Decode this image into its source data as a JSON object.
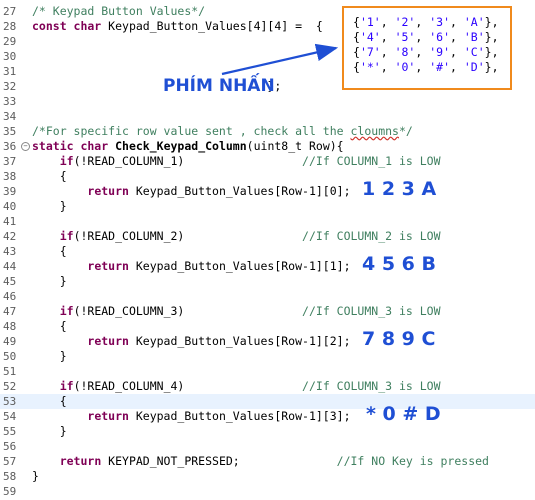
{
  "lines": [
    {
      "n": "27",
      "parts": [
        {
          "t": "/* Keypad Button Values*/",
          "c": "cm"
        }
      ]
    },
    {
      "n": "28",
      "parts": [
        {
          "t": "const char",
          "c": "kw"
        },
        {
          "t": " Keypad_Button_Values[4][4] =  {",
          "c": ""
        }
      ]
    },
    {
      "n": "29",
      "parts": []
    },
    {
      "n": "30",
      "parts": []
    },
    {
      "n": "31",
      "parts": []
    },
    {
      "n": "32",
      "parts": [
        {
          "t": "                                  };",
          "c": ""
        }
      ]
    },
    {
      "n": "33",
      "parts": []
    },
    {
      "n": "34",
      "parts": []
    },
    {
      "n": "35",
      "parts": [
        {
          "t": "/*For specific row value sent , check all the ",
          "c": "cm"
        },
        {
          "t": "cloumns",
          "c": "cm squiggle"
        },
        {
          "t": "*/",
          "c": "cm"
        }
      ]
    },
    {
      "n": "36",
      "fold": true,
      "parts": [
        {
          "t": "static char",
          "c": "kw"
        },
        {
          "t": " ",
          "c": ""
        },
        {
          "t": "Check_Keypad_Column",
          "c": "fn"
        },
        {
          "t": "(uint8_t Row){",
          "c": ""
        }
      ]
    },
    {
      "n": "37",
      "parts": [
        {
          "t": "    ",
          "c": ""
        },
        {
          "t": "if",
          "c": "kw"
        },
        {
          "t": "(!READ_COLUMN_1)                 ",
          "c": ""
        },
        {
          "t": "//If COLUMN_1 is LOW",
          "c": "cm"
        }
      ]
    },
    {
      "n": "38",
      "parts": [
        {
          "t": "    {",
          "c": ""
        }
      ]
    },
    {
      "n": "39",
      "parts": [
        {
          "t": "        ",
          "c": ""
        },
        {
          "t": "return",
          "c": "kw"
        },
        {
          "t": " Keypad_Button_Values[Row-1][0];",
          "c": ""
        }
      ]
    },
    {
      "n": "40",
      "parts": [
        {
          "t": "    }",
          "c": ""
        }
      ]
    },
    {
      "n": "41",
      "parts": []
    },
    {
      "n": "42",
      "parts": [
        {
          "t": "    ",
          "c": ""
        },
        {
          "t": "if",
          "c": "kw"
        },
        {
          "t": "(!READ_COLUMN_2)                 ",
          "c": ""
        },
        {
          "t": "//If COLUMN_2 is LOW",
          "c": "cm"
        }
      ]
    },
    {
      "n": "43",
      "parts": [
        {
          "t": "    {",
          "c": ""
        }
      ]
    },
    {
      "n": "44",
      "parts": [
        {
          "t": "        ",
          "c": ""
        },
        {
          "t": "return",
          "c": "kw"
        },
        {
          "t": " Keypad_Button_Values[Row-1][1];",
          "c": ""
        }
      ]
    },
    {
      "n": "45",
      "parts": [
        {
          "t": "    }",
          "c": ""
        }
      ]
    },
    {
      "n": "46",
      "parts": []
    },
    {
      "n": "47",
      "parts": [
        {
          "t": "    ",
          "c": ""
        },
        {
          "t": "if",
          "c": "kw"
        },
        {
          "t": "(!READ_COLUMN_3)                 ",
          "c": ""
        },
        {
          "t": "//If COLUMN_3 is LOW",
          "c": "cm"
        }
      ]
    },
    {
      "n": "48",
      "parts": [
        {
          "t": "    {",
          "c": ""
        }
      ]
    },
    {
      "n": "49",
      "parts": [
        {
          "t": "        ",
          "c": ""
        },
        {
          "t": "return",
          "c": "kw"
        },
        {
          "t": " Keypad_Button_Values[Row-1][2];",
          "c": ""
        }
      ]
    },
    {
      "n": "50",
      "parts": [
        {
          "t": "    }",
          "c": ""
        }
      ]
    },
    {
      "n": "51",
      "parts": []
    },
    {
      "n": "52",
      "parts": [
        {
          "t": "    ",
          "c": ""
        },
        {
          "t": "if",
          "c": "kw"
        },
        {
          "t": "(!READ_COLUMN_4)                 ",
          "c": ""
        },
        {
          "t": "//If COLUMN_3 is LOW",
          "c": "cm"
        }
      ]
    },
    {
      "n": "53",
      "current": true,
      "parts": [
        {
          "t": "    {",
          "c": ""
        }
      ]
    },
    {
      "n": "54",
      "parts": [
        {
          "t": "        ",
          "c": ""
        },
        {
          "t": "return",
          "c": "kw"
        },
        {
          "t": " Keypad_Button_Values[Row-1][3];",
          "c": ""
        }
      ]
    },
    {
      "n": "55",
      "parts": [
        {
          "t": "    }",
          "c": ""
        }
      ]
    },
    {
      "n": "56",
      "parts": []
    },
    {
      "n": "57",
      "parts": [
        {
          "t": "    ",
          "c": ""
        },
        {
          "t": "return",
          "c": "kw"
        },
        {
          "t": " KEYPAD_NOT_PRESSED;              ",
          "c": ""
        },
        {
          "t": "//If NO Key is pressed",
          "c": "cm"
        }
      ]
    },
    {
      "n": "58",
      "parts": [
        {
          "t": "}",
          "c": ""
        }
      ]
    },
    {
      "n": "59",
      "parts": []
    }
  ],
  "matrix_box": {
    "rows": [
      [
        {
          "t": "{",
          "c": ""
        },
        {
          "t": "'1'",
          "c": "str"
        },
        {
          "t": ", ",
          "c": ""
        },
        {
          "t": "'2'",
          "c": "str"
        },
        {
          "t": ", ",
          "c": ""
        },
        {
          "t": "'3'",
          "c": "str"
        },
        {
          "t": ", ",
          "c": ""
        },
        {
          "t": "'A'",
          "c": "str"
        },
        {
          "t": "},",
          "c": ""
        }
      ],
      [
        {
          "t": "{",
          "c": ""
        },
        {
          "t": "'4'",
          "c": "str"
        },
        {
          "t": ", ",
          "c": ""
        },
        {
          "t": "'5'",
          "c": "str"
        },
        {
          "t": ", ",
          "c": ""
        },
        {
          "t": "'6'",
          "c": "str"
        },
        {
          "t": ", ",
          "c": ""
        },
        {
          "t": "'B'",
          "c": "str"
        },
        {
          "t": "},",
          "c": ""
        }
      ],
      [
        {
          "t": "{",
          "c": ""
        },
        {
          "t": "'7'",
          "c": "str"
        },
        {
          "t": ", ",
          "c": ""
        },
        {
          "t": "'8'",
          "c": "str"
        },
        {
          "t": ", ",
          "c": ""
        },
        {
          "t": "'9'",
          "c": "str"
        },
        {
          "t": ", ",
          "c": ""
        },
        {
          "t": "'C'",
          "c": "str"
        },
        {
          "t": "},",
          "c": ""
        }
      ],
      [
        {
          "t": "{",
          "c": ""
        },
        {
          "t": "'*'",
          "c": "str"
        },
        {
          "t": ", ",
          "c": ""
        },
        {
          "t": "'0'",
          "c": "str"
        },
        {
          "t": ", ",
          "c": ""
        },
        {
          "t": "'#'",
          "c": "str"
        },
        {
          "t": ", ",
          "c": ""
        },
        {
          "t": "'D'",
          "c": "str"
        },
        {
          "t": "},",
          "c": ""
        }
      ]
    ]
  },
  "annotations": {
    "caption": "PHÍM NHẤN",
    "row1": "1 2 3 A",
    "row2": "4 5 6 B",
    "row3": "7 8 9 C",
    "row4": "* 0 # D"
  },
  "colors": {
    "keyword": "#7f0055",
    "comment": "#3f7f5f",
    "string": "#2a00ff",
    "annotation": "#1f4fd4",
    "box_border": "#f08a1c",
    "current_line": "#e8f2fe"
  }
}
